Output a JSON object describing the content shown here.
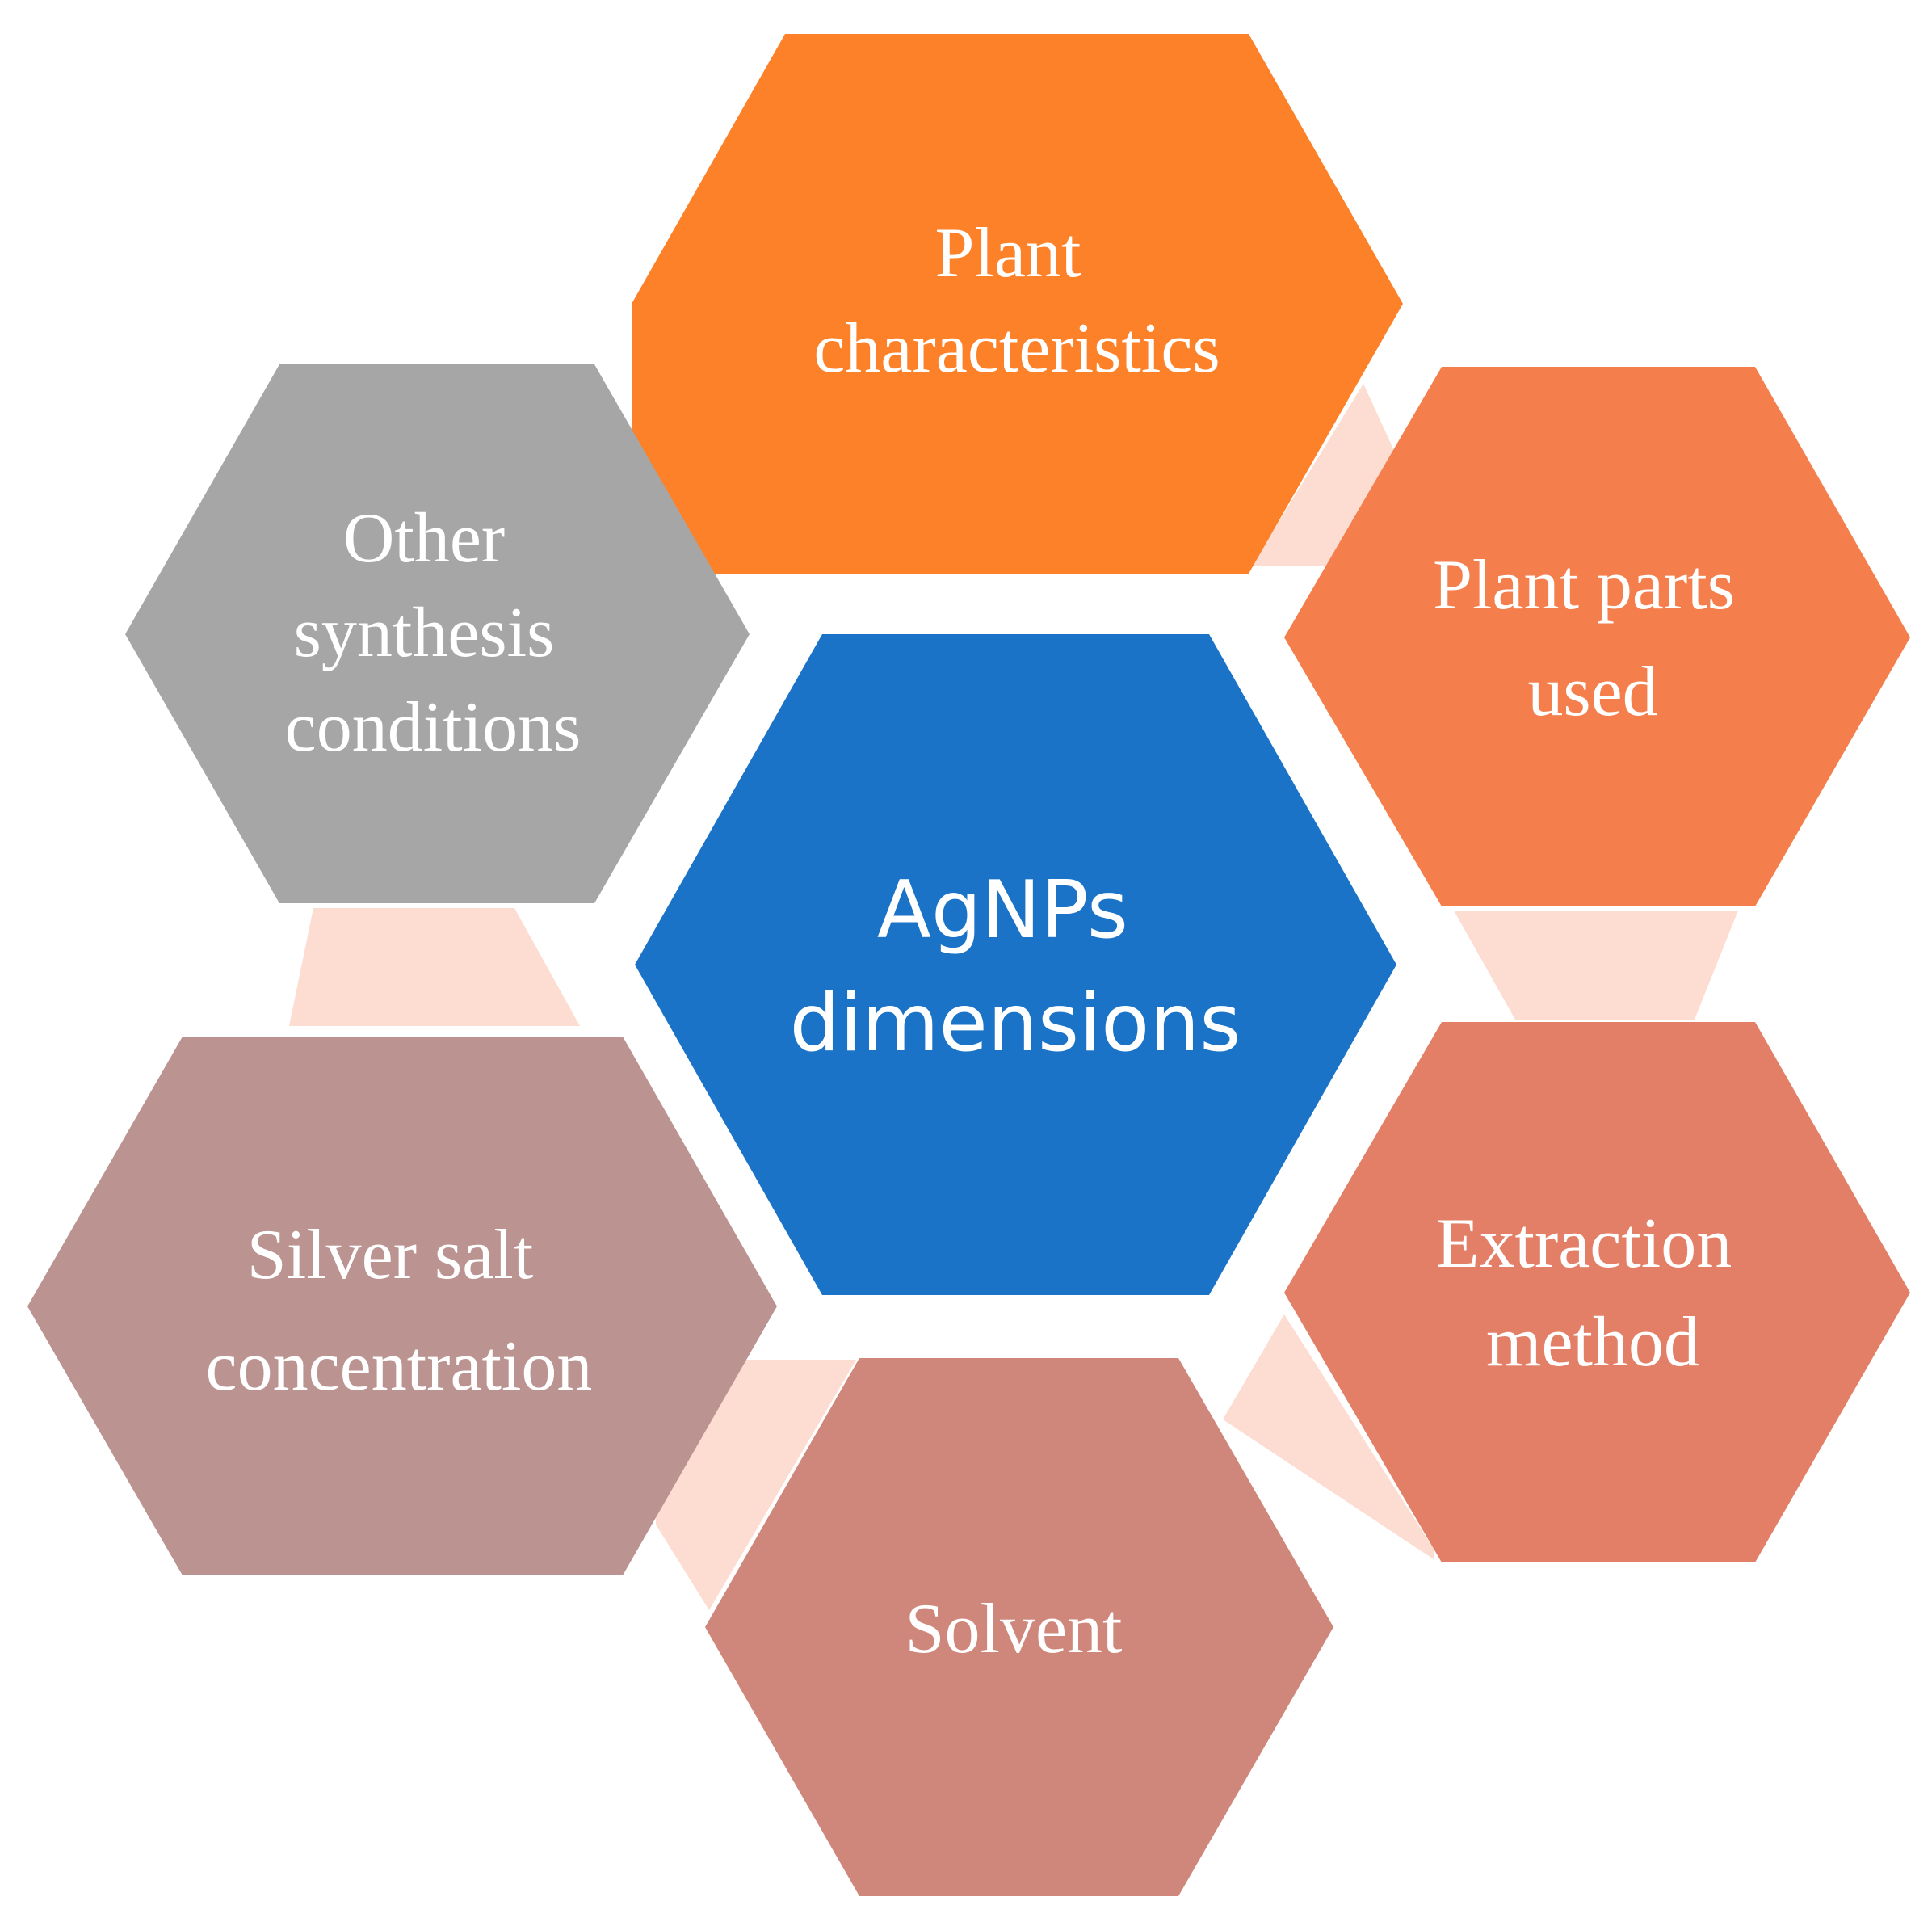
{
  "diagram": {
    "center": {
      "lines": [
        "AgNPs",
        "dimensions"
      ],
      "color": "#1b73c8"
    },
    "nodes": [
      {
        "id": "plant-characteristics",
        "lines": [
          "Plant",
          "characteristics"
        ],
        "color": "#fd8128"
      },
      {
        "id": "plant-parts-used",
        "lines": [
          "Plant parts",
          "used"
        ],
        "color": "#f47f4d"
      },
      {
        "id": "extraction-method",
        "lines": [
          "Extraction",
          "method"
        ],
        "color": "#e37f66"
      },
      {
        "id": "solvent",
        "lines": [
          "Solvent"
        ],
        "color": "#cf877c"
      },
      {
        "id": "silver-salt-concentration",
        "lines": [
          "Silver salt",
          "concentration"
        ],
        "color": "#bb9391"
      },
      {
        "id": "other-synthesis-conditions",
        "lines": [
          "Other",
          "synthesis",
          "conditions"
        ],
        "color": "#a6a6a6"
      }
    ],
    "connector_color": "#fddcd1"
  }
}
